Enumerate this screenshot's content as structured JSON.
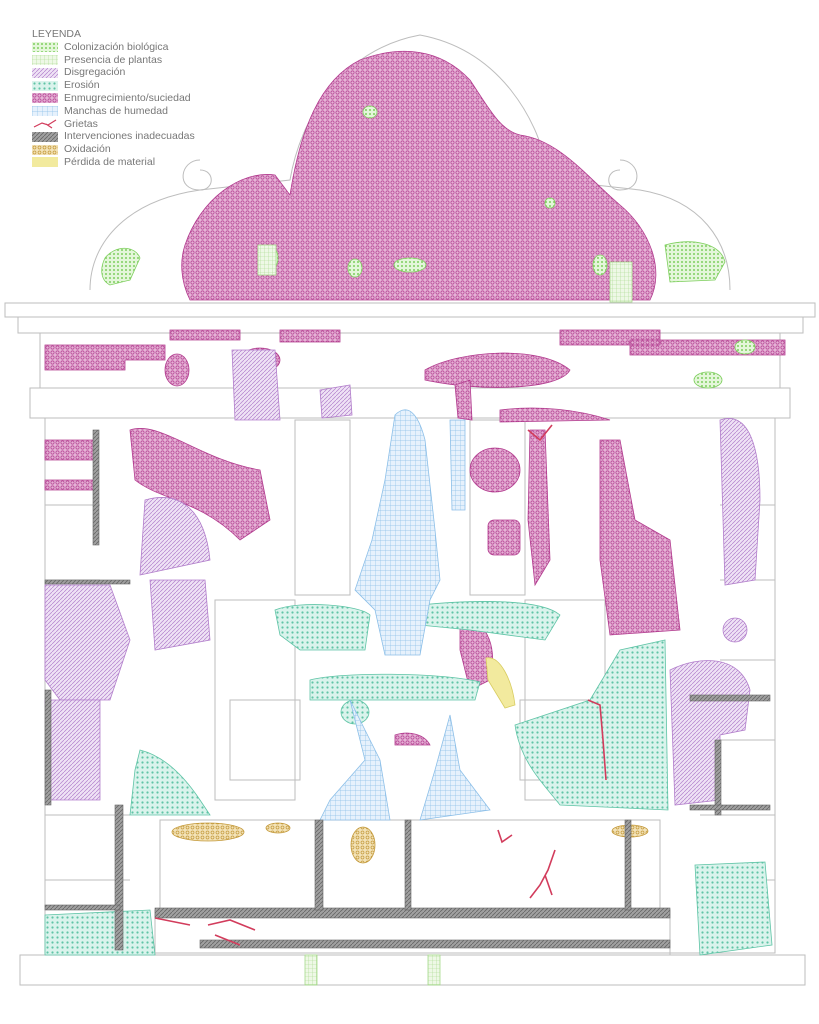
{
  "legend": {
    "title": "LEYENDA",
    "items": [
      {
        "label": "Colonización biológica",
        "color": "#9fdc84",
        "pattern": "dots"
      },
      {
        "label": "Presencia de plantas",
        "color": "#bde6a8",
        "pattern": "grid"
      },
      {
        "label": "Disgregación",
        "color": "#c9a3dc",
        "pattern": "diag"
      },
      {
        "label": "Erosión",
        "color": "#8ed8c4",
        "pattern": "dots"
      },
      {
        "label": "Enmugrecimiento/suciedad",
        "color": "#c24d9f",
        "pattern": "hex"
      },
      {
        "label": "Manchas de humedad",
        "color": "#a9d2f2",
        "pattern": "grid"
      },
      {
        "label": "Grietas",
        "color": "#d23c5c",
        "pattern": "line"
      },
      {
        "label": "Intervenciones inadecuadas",
        "color": "#8a8a8a",
        "pattern": "hatch"
      },
      {
        "label": "Oxidación",
        "color": "#d6b466",
        "pattern": "dots"
      },
      {
        "label": "Pérdida de material",
        "color": "#efe78f",
        "pattern": "solid"
      }
    ]
  }
}
